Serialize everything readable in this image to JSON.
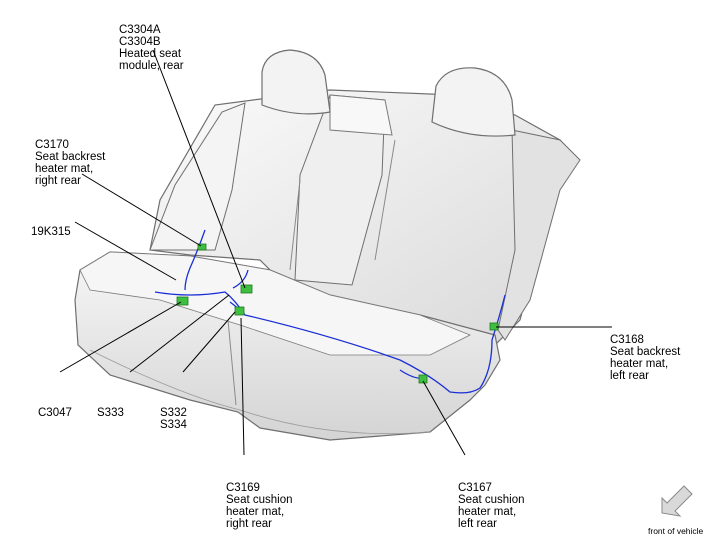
{
  "labels": {
    "c3304": [
      "C3304A",
      "C3304B",
      "Heated seat",
      "module, rear"
    ],
    "c3170": [
      "C3170",
      "Seat backrest",
      "heater mat,",
      "right rear"
    ],
    "k315": [
      "19K315"
    ],
    "c3168": [
      "C3168",
      "Seat backrest",
      "heater mat,",
      "left rear"
    ],
    "c3047": [
      "C3047"
    ],
    "s333": [
      "S333"
    ],
    "s332": [
      "S332",
      "S334"
    ],
    "c3169": [
      "C3169",
      "Seat cushion",
      "heater mat,",
      "right rear"
    ],
    "c3167": [
      "C3167",
      "Seat cushion",
      "heater mat,",
      "left rear"
    ]
  },
  "footer": {
    "front_of_vehicle": "front of vehicle"
  },
  "colors": {
    "harness": "#1a2fd6",
    "connector": "#3fbf3f",
    "seat_fill": "#eeeeee",
    "seat_outline": "#6f6f6f",
    "arrow": "#d9d9d9"
  }
}
